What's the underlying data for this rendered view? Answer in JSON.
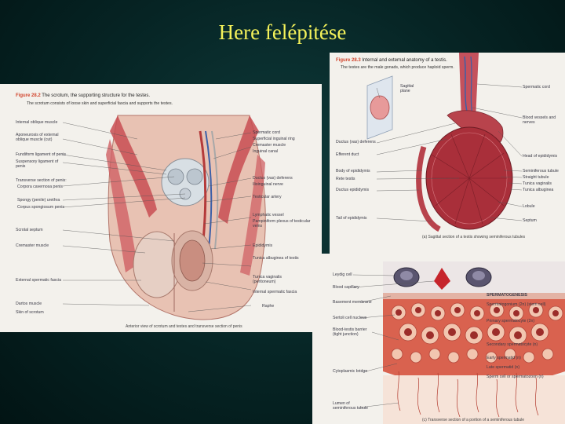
{
  "slide": {
    "title": "Here felépitése"
  },
  "scrotum_figure": {
    "number": "Figure 28.2",
    "title": "The scrotum, the supporting structure for the testes.",
    "subtitle": "The scrotum consists of loose skin and superficial fascia and supports the testes.",
    "left_labels": [
      "Internal oblique muscle",
      "Aponeurosis of external oblique muscle (cut)",
      "Fundiform ligament of penis",
      "Suspensory ligament of penis",
      "Transverse section of penis:",
      "Corpora cavernosa penis",
      "Spongy (penile) urethra",
      "Corpus spongiosum penis",
      "Scrotal septum",
      "Cremaster muscle",
      "External spermatic fascia",
      "Dartos muscle",
      "Skin of scrotum"
    ],
    "right_labels": [
      "Spermatic cord",
      "Superficial inguinal ring",
      "Cremaster muscle",
      "Inguinal canal",
      "Ductus (vas) deferens",
      "Ilioinguinal nerve",
      "Testicular artery",
      "Lymphatic vessel",
      "Pampiniform plexus of testicular veins",
      "Epididymis",
      "Tunica albuginea of testis",
      "Tunica vaginalis (peritoneum)",
      "Internal spermatic fascia",
      "Raphe"
    ],
    "caption": "Anterior view of scrotum and testes and transverse section of penis",
    "colors": {
      "muscle": "#c84e52",
      "skin": "#e3b8a8",
      "testis": "#b9c7d4"
    }
  },
  "testis_figure": {
    "number": "Figure 28.3",
    "title": "Internal and external anatomy of a testis.",
    "subtitle": "The testes are the male gonads, which produce haploid sperm.",
    "left_labels": [
      "Sagittal plane",
      "Ductus (vas) deferens",
      "Efferent duct",
      "Body of epididymis",
      "Rete testis",
      "Ductus epididymis",
      "Tail of epididymis"
    ],
    "right_labels": [
      "Spermatic cord",
      "Blood vessels and nerves",
      "Head of epididymis",
      "Seminiferous tubule",
      "Straight tubule",
      "Tunica vaginalis",
      "Tunica albuginea",
      "Lobule",
      "Septum"
    ],
    "caption": "(a) Sagittal section of a testis showing seminiferous tubules",
    "colors": {
      "tissue": "#a92f3a",
      "vessel": "#3b5fa8"
    }
  },
  "tubule_figure": {
    "left_labels": [
      "Leydig cell",
      "Blood capillary",
      "Basement membrane",
      "Sertoli cell nucleus",
      "Blood-testis barrier (tight junction)",
      "Cytoplasmic bridge",
      "Lumen of seminiferous tubule"
    ],
    "right_labels": [
      "SPERMATOGENESIS",
      "Spermatogonium (2n) (stem cell)",
      "Primary spermatocyte (2n)",
      "Secondary spermatocyte (n)",
      "Early spermatid (n)",
      "Late spermatid (n)",
      "Sperm cell or spermatozoon (n)"
    ],
    "caption": "(c) Transverse section of a portion of a seminiferous tubule",
    "colors": {
      "cell": "#d9624f",
      "lumen": "#f6e3d8"
    }
  }
}
